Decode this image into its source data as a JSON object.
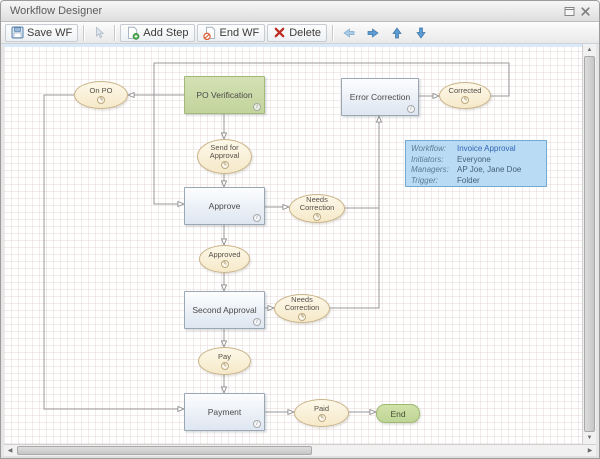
{
  "window": {
    "title": "Workflow Designer"
  },
  "icons": {
    "info_badge": "i",
    "edit_badge": "✎",
    "scroll_up": "▲",
    "scroll_down": "▼",
    "scroll_left": "◀",
    "scroll_right": "▶"
  },
  "toolbar": {
    "buttons": [
      {
        "name": "save-wf",
        "label": "Save WF",
        "icon": "floppy-disk-icon"
      },
      {
        "name": "pointer",
        "label": "",
        "icon": "cursor-pointer-icon"
      },
      {
        "name": "add-step",
        "label": "Add Step",
        "icon": "page-add-green-icon"
      },
      {
        "name": "end-wf",
        "label": "End WF",
        "icon": "page-end-orange-icon"
      },
      {
        "name": "delete",
        "label": "Delete",
        "icon": "red-x-icon"
      },
      {
        "name": "move-left",
        "label": "",
        "icon": "blue-arrow-left-icon"
      },
      {
        "name": "move-right",
        "label": "",
        "icon": "blue-arrow-right-icon"
      },
      {
        "name": "move-up",
        "label": "",
        "icon": "blue-arrow-up-icon"
      },
      {
        "name": "move-down",
        "label": "",
        "icon": "blue-arrow-down-icon"
      }
    ]
  },
  "canvas": {
    "nodes": [
      {
        "id": "on-po",
        "type": "transition",
        "label": "On PO"
      },
      {
        "id": "po-verification",
        "type": "step",
        "label": "PO Verification",
        "highlight": "green"
      },
      {
        "id": "error-correction",
        "type": "step",
        "label": "Error Correction"
      },
      {
        "id": "corrected",
        "type": "transition",
        "label": "Corrected"
      },
      {
        "id": "send-for-approval",
        "type": "transition",
        "label": "Send for Approval"
      },
      {
        "id": "approve",
        "type": "step",
        "label": "Approve"
      },
      {
        "id": "needs-correction-1",
        "type": "transition",
        "label": "Needs Correction"
      },
      {
        "id": "approved",
        "type": "transition",
        "label": "Approved"
      },
      {
        "id": "second-approval",
        "type": "step",
        "label": "Second Approval"
      },
      {
        "id": "needs-correction-2",
        "type": "transition",
        "label": "Needs Correction"
      },
      {
        "id": "pay",
        "type": "transition",
        "label": "Pay"
      },
      {
        "id": "payment",
        "type": "step",
        "label": "Payment"
      },
      {
        "id": "paid",
        "type": "transition",
        "label": "Paid"
      },
      {
        "id": "end",
        "type": "end",
        "label": "End"
      }
    ],
    "info_box": {
      "rows": [
        {
          "label": "Workflow:",
          "value": "Invoice Approval"
        },
        {
          "label": "Initiators:",
          "value": "Everyone"
        },
        {
          "label": "Managers:",
          "value": "AP Joe, Jane Doe"
        },
        {
          "label": "Trigger:",
          "value": "Folder"
        }
      ]
    },
    "colors": {
      "step_fill_top": "#fdfdfe",
      "step_fill_bottom": "#dde6f1",
      "step_border": "#9aa7b5",
      "green_step_fill": "#c9daa6",
      "green_step_border": "#a3b87b",
      "transition_fill": "#fdf6e2",
      "transition_border": "#c9b388",
      "end_fill": "#c8db9e",
      "end_border": "#9fb873",
      "info_box_fill": "#b9dcf4",
      "info_box_border": "#74a9d1",
      "link_blue": "#3565b5",
      "connector_gray": "#8f8f8f"
    }
  }
}
